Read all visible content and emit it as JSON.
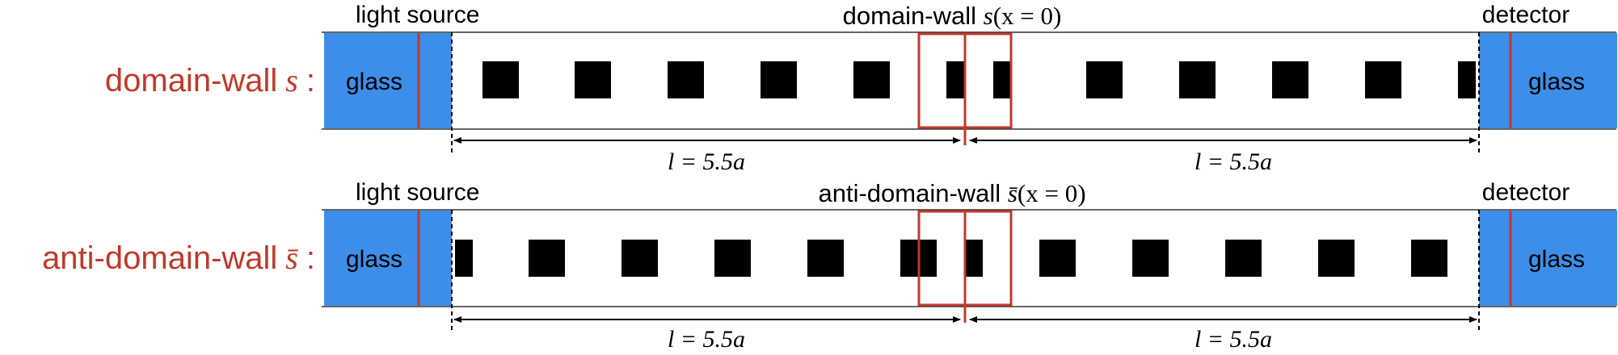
{
  "colors": {
    "accent_red": "#c0392b",
    "glass_blue": "#3d8ee8",
    "square": "#000000",
    "line": "#000000"
  },
  "rows": [
    {
      "label_text": "domain-wall",
      "label_symbol": "s",
      "label_colon": ":",
      "source_label": "light source",
      "detector_label": "detector",
      "glass_left": "glass",
      "glass_right": "glass",
      "center_text": "domain-wall",
      "center_math_symbol": "s",
      "center_math_arg": "(x = 0)",
      "length_left_var": "l",
      "length_left_value": "= 5.5a",
      "length_right_var": "l",
      "length_right_value": "= 5.5a"
    },
    {
      "label_text": "anti-domain-wall",
      "label_symbol": "s̄",
      "label_colon": ":",
      "source_label": "light source",
      "detector_label": "detector",
      "glass_left": "glass",
      "glass_right": "glass",
      "center_text": "anti-domain-wall",
      "center_math_symbol": "s̄",
      "center_math_arg": "(x = 0)",
      "length_left_var": "l",
      "length_left_value": "= 5.5a",
      "length_right_var": "l",
      "length_right_value": "= 5.5a"
    }
  ]
}
